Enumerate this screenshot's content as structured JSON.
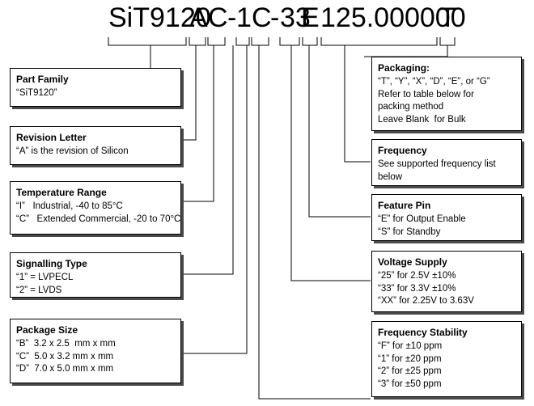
{
  "part_number": {
    "segments": [
      {
        "id": "family",
        "text": "SiT9120"
      },
      {
        "id": "revision",
        "text": "A"
      },
      {
        "id": "temp",
        "text": "C"
      },
      {
        "id": "dash1",
        "text": "-"
      },
      {
        "id": "signalling",
        "text": "1"
      },
      {
        "id": "package",
        "text": "C"
      },
      {
        "id": "dash2",
        "text": "-"
      },
      {
        "id": "voltage",
        "text": "33"
      },
      {
        "id": "feature",
        "text": "E"
      },
      {
        "id": "frequency",
        "text": "125.000000"
      },
      {
        "id": "packaging",
        "text": "T"
      }
    ]
  },
  "boxes": {
    "part_family": {
      "title": "Part Family",
      "lines": [
        "“SiT9120”"
      ]
    },
    "revision_letter": {
      "title": "Revision Letter",
      "lines": [
        "“A” is the revision of Silicon"
      ]
    },
    "temperature_range": {
      "title": "Temperature Range",
      "lines": [
        "“I”   Industrial, -40 to 85°C",
        "“C”   Extended Commercial, -20 to 70°C"
      ]
    },
    "signalling_type": {
      "title": "Signalling Type",
      "lines": [
        "“1” = LVPECL",
        "“2” = LVDS"
      ]
    },
    "package_size": {
      "title": "Package Size",
      "lines": [
        "“B”  3.2 x 2.5  mm x mm",
        "“C”  5.0 x 3.2 mm x mm",
        "“D”  7.0 x 5.0 mm x mm"
      ]
    },
    "packaging": {
      "title": "Packaging:",
      "lines": [
        "“T”, “Y”, “X”, “D”, “E”, or “G”",
        "Refer to table below for",
        "packing method",
        "Leave Blank  for Bulk"
      ]
    },
    "frequency": {
      "title": "Frequency",
      "lines": [
        "See supported frequency list",
        "below"
      ]
    },
    "feature_pin": {
      "title": "Feature Pin",
      "lines": [
        "“E” for Output Enable",
        "“S” for Standby"
      ]
    },
    "voltage_supply": {
      "title": "Voltage Supply",
      "lines": [
        "“25” for 2.5V ±10%",
        "“33” for 3.3V ±10%",
        "“XX” for 2.25V to 3.63V"
      ]
    },
    "frequency_stability": {
      "title": "Frequency Stability",
      "lines": [
        "“F” for ±10 ppm",
        "“1” for ±20 ppm",
        "“2” for ±25 ppm",
        "“3” for ±50 ppm"
      ]
    }
  },
  "colors": {
    "line": "#000000",
    "shadow": "#4a4a4a",
    "box_border": "#000000"
  }
}
